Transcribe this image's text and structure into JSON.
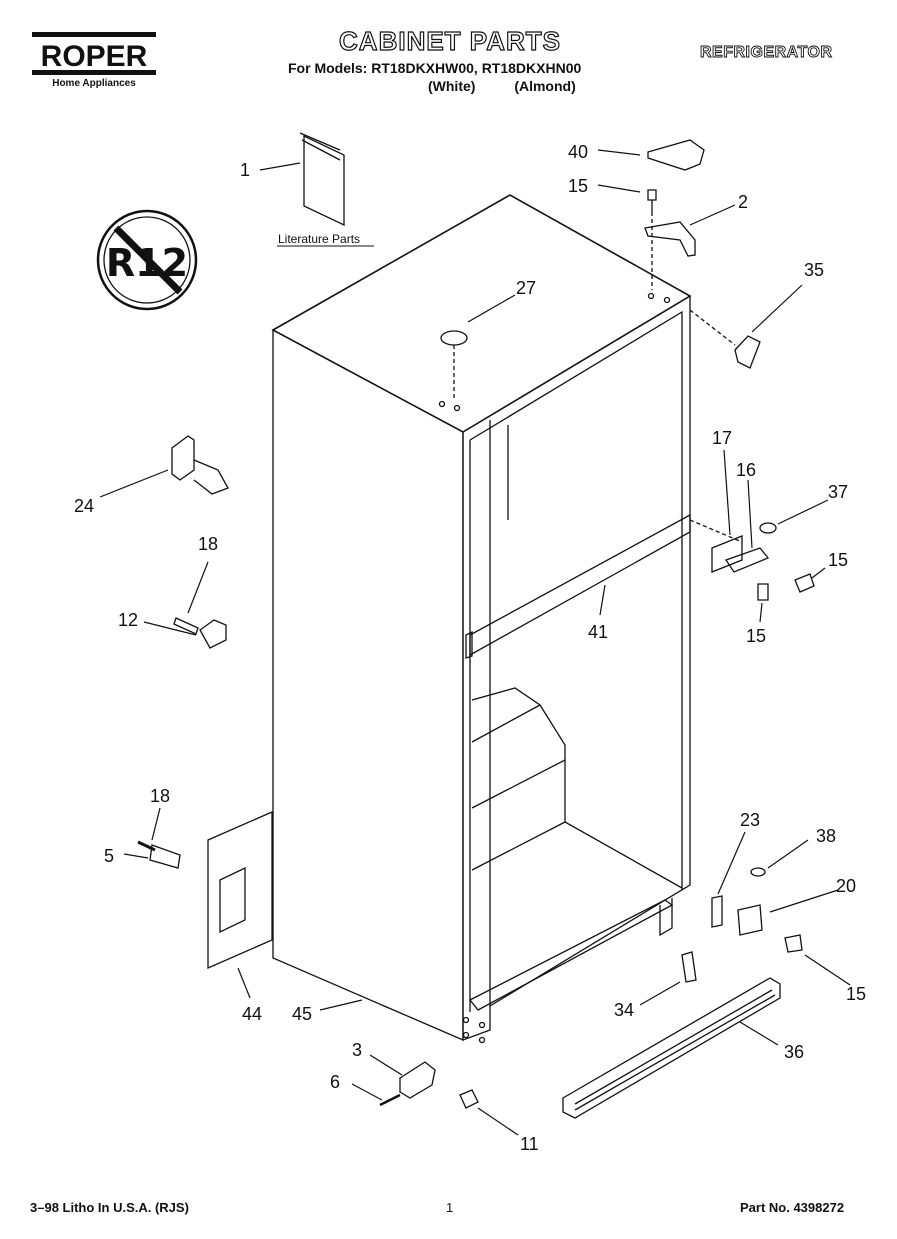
{
  "header": {
    "brand": "ROPER",
    "brand_sub": "Home Appliances",
    "title": "CABINET PARTS",
    "models_line": "For Models: RT18DKXHW00, RT18DKXHN00",
    "colors_line": "(White)          (Almond)",
    "category": "REFRIGERATOR"
  },
  "badge": {
    "text": "R12",
    "icon": "no-r12-icon"
  },
  "literature_label": "Literature Parts",
  "callouts": [
    "1",
    "40",
    "15",
    "2",
    "35",
    "27",
    "24",
    "18",
    "12",
    "17",
    "16",
    "37",
    "15",
    "41",
    "15",
    "18",
    "5",
    "44",
    "45",
    "23",
    "38",
    "20",
    "15",
    "34",
    "36",
    "3",
    "6",
    "11"
  ],
  "footer": {
    "left": "3–98 Litho In U.S.A. (RJS)",
    "page": "1",
    "part_no": "Part No. 4398272"
  }
}
